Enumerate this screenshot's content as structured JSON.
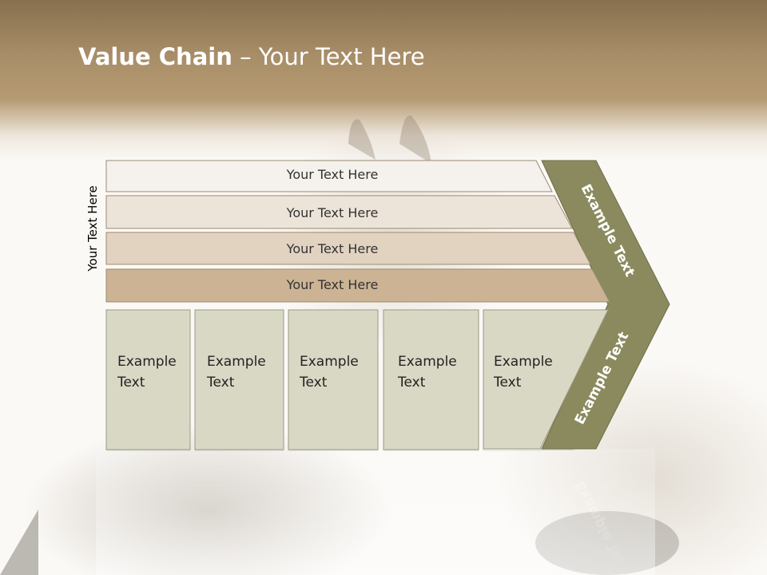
{
  "slide": {
    "title_bold": "Value Chain",
    "title_rest": " – Your Text Here",
    "side_label": "Your Text Here"
  },
  "bars": [
    {
      "label": "Your Text Here",
      "fill": "#f5f1ec"
    },
    {
      "label": "Your Text Here",
      "fill": "#ede4d9"
    },
    {
      "label": "Your Text Here",
      "fill": "#e2d3c1"
    },
    {
      "label": "Your Text Here",
      "fill": "#cbb394"
    }
  ],
  "columns": [
    {
      "line1": "Example",
      "line2": "Text"
    },
    {
      "line1": "Example",
      "line2": "Text"
    },
    {
      "line1": "Example",
      "line2": "Text"
    },
    {
      "line1": "Example",
      "line2": "Text"
    },
    {
      "line1": "Example",
      "line2": "Text"
    }
  ],
  "chevron": {
    "upper_label": "Example Text",
    "lower_label": "Example Text"
  },
  "colors": {
    "column_fill": "#d9d8c5",
    "column_stroke": "#9a9a88",
    "chevron_fill": "#8a8a5e",
    "bar_stroke": "#9c8a70"
  }
}
